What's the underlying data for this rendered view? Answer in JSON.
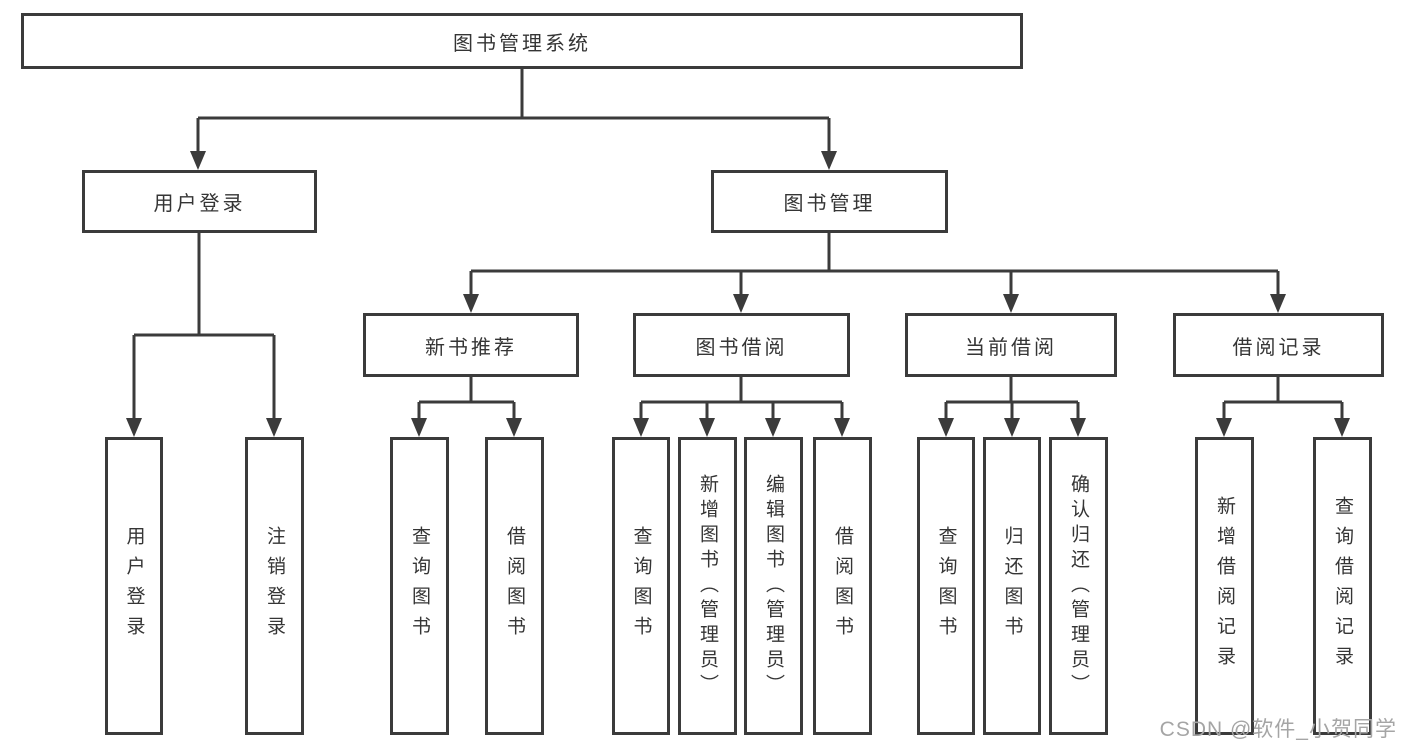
{
  "diagram": {
    "root": "图书管理系统",
    "branches": {
      "user_login": {
        "label": "用户登录",
        "children": [
          "用户登录",
          "注销登录"
        ]
      },
      "book_management": {
        "label": "图书管理",
        "sections": [
          {
            "label": "新书推荐",
            "children": [
              "查询图书",
              "借阅图书"
            ]
          },
          {
            "label": "图书借阅",
            "children": [
              "查询图书",
              "新增图书（管理员）",
              "编辑图书（管理员）",
              "借阅图书"
            ]
          },
          {
            "label": "当前借阅",
            "children": [
              "查询图书",
              "归还图书",
              "确认归还（管理员）"
            ]
          },
          {
            "label": "借阅记录",
            "children": [
              "新增借阅记录",
              "查询借阅记录"
            ]
          }
        ]
      }
    },
    "watermark": "CSDN @软件_小贺同学",
    "colors": {
      "line": "#3b3b3b",
      "box_border": "#3b3b3b",
      "box_fill": "#ffffff",
      "text": "#353535",
      "watermark": "#a5a5a5",
      "background": "#ffffff"
    }
  }
}
